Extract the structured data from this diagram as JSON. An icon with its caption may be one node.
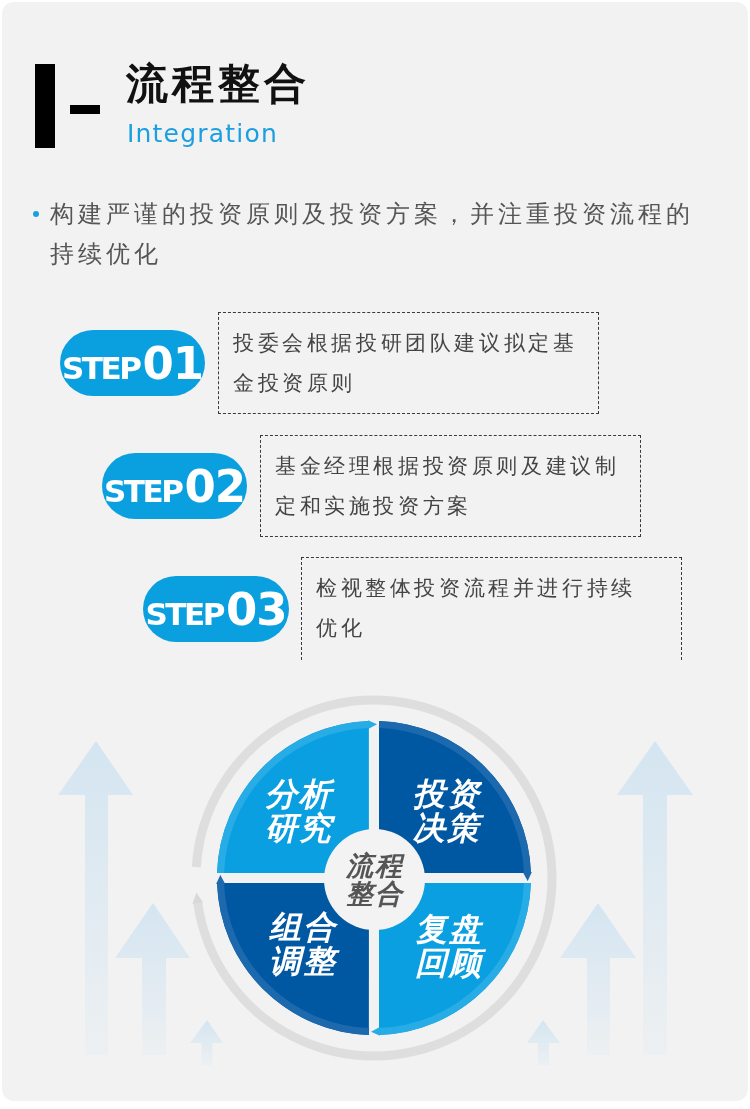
{
  "diagram": {
    "title": "流程整合",
    "nodes": [
      {
        "text": [
          "STEP",
          "01"
        ]
      },
      {
        "text": [
          "投委会根据投研团队建议拟定基金投资原则"
        ]
      },
      {
        "text": [
          "STEP",
          "02"
        ]
      },
      {
        "text": [
          "基金经理根据投资原则及建议制定和实施投资方案"
        ]
      },
      {
        "text": [
          "STEP",
          "03"
        ]
      },
      {
        "text": [
          "检视整体投资流程并进行持续优化"
        ]
      },
      {
        "text": [
          "分析研究"
        ]
      },
      {
        "text": [
          "投资决策"
        ]
      },
      {
        "text": [
          "流程整合"
        ]
      },
      {
        "text": [
          "组合调整"
        ]
      },
      {
        "text": [
          "复盘回顾"
        ]
      }
    ],
    "edges": [
      {
        "from": 6,
        "to": 7,
        "arrow": "to",
        "color": "#27ace6"
      },
      {
        "from": 7,
        "to": 10,
        "arrow": "to",
        "color": "#1c69ae"
      },
      {
        "from": 10,
        "to": 9,
        "arrow": "to",
        "color": "#27ace6"
      },
      {
        "from": 9,
        "to": 6,
        "arrow": "to",
        "color": "#1c69ae"
      }
    ],
    "labels": [
      "Integration",
      "构建严谨的投资原则及投资方案，并注重投资流程的持续优化"
    ]
  }
}
